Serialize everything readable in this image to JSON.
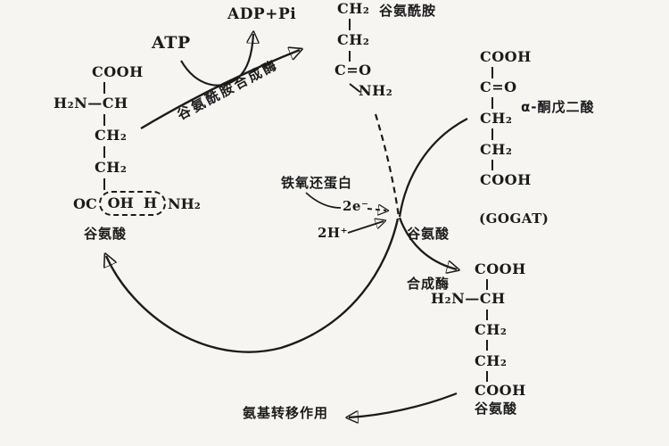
{
  "colors": {
    "ink": "#1b1b1b",
    "background": "#f6f5f2"
  },
  "reaction_top": {
    "atp": "ATP",
    "adp_pi": "ADP+Pi",
    "enzyme": "谷氨酰胺合成酶"
  },
  "glutamate_left": {
    "cooh": "COOH",
    "h2n_ch": "H₂N—CH",
    "ch2_a": "CH₂",
    "ch2_b": "CH₂",
    "oc": "OC",
    "oh_h": "OH  H",
    "nh2": "NH₂",
    "label": "谷氨酸"
  },
  "glutamine": {
    "label": "谷氨酰胺",
    "ch2_a": "CH₂",
    "ch2_b": "CH₂",
    "c_o": "C=O",
    "nh2": "NH₂"
  },
  "alpha_ketoglutarate": {
    "cooh_top": "COOH",
    "c_o": "C=O",
    "ch2_a": "CH₂",
    "ch2_b": "CH₂",
    "cooh_bottom": "COOH",
    "label": "α-酮戊二酸"
  },
  "center": {
    "ferredoxin": "铁氧还蛋白",
    "electrons": "2e⁻",
    "protons": "2H⁺",
    "enzyme_line1": "谷氨酸",
    "enzyme_line2": "合成酶",
    "gogat": "(GOGAT)"
  },
  "glutamate_right": {
    "cooh_top": "COOH",
    "h2n_ch": "H₂N—CH",
    "ch2_a": "CH₂",
    "ch2_b": "CH₂",
    "cooh_bottom": "COOH",
    "label": "谷氨酸"
  },
  "bottom": {
    "transamination": "氨基转移作用"
  }
}
